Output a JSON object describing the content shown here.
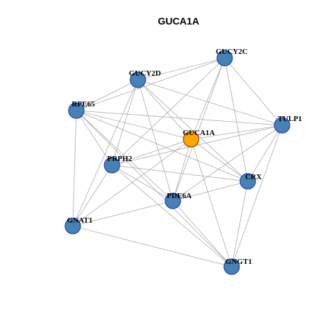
{
  "title": "GUCA1A",
  "colors": {
    "hub_fill": "#FFA500",
    "node_fill": "#4682B4",
    "node_stroke": "#1E3FBF",
    "hub_stroke": "#8B4513",
    "edge": "#AAAAAA"
  },
  "nodes": [
    {
      "id": "GUCA1A",
      "label": "GUCA1A",
      "hub": true
    },
    {
      "id": "GUCY2C",
      "label": "GUCY2C"
    },
    {
      "id": "GUCY2D",
      "label": "GUCY2D"
    },
    {
      "id": "RPE65",
      "label": "RPE65"
    },
    {
      "id": "TULP1",
      "label": "TULP1"
    },
    {
      "id": "PRPH2",
      "label": "PRPH2"
    },
    {
      "id": "CRX",
      "label": "CRX"
    },
    {
      "id": "PDE6A",
      "label": "PDE6A"
    },
    {
      "id": "GNAT1",
      "label": "GNAT1"
    },
    {
      "id": "GNGT1",
      "label": "GNGT1"
    }
  ],
  "edges": [
    [
      "GUCY2C",
      "GUCY2D"
    ],
    [
      "GUCY2C",
      "RPE65"
    ],
    [
      "GUCY2C",
      "GUCA1A"
    ],
    [
      "GUCY2C",
      "TULP1"
    ],
    [
      "GUCY2C",
      "PRPH2"
    ],
    [
      "GUCY2C",
      "CRX"
    ],
    [
      "GUCY2C",
      "PDE6A"
    ],
    [
      "GUCY2D",
      "RPE65"
    ],
    [
      "GUCY2D",
      "GUCA1A"
    ],
    [
      "GUCY2D",
      "TULP1"
    ],
    [
      "GUCY2D",
      "PRPH2"
    ],
    [
      "GUCY2D",
      "CRX"
    ],
    [
      "GUCY2D",
      "PDE6A"
    ],
    [
      "GUCY2D",
      "GNAT1"
    ],
    [
      "RPE65",
      "GUCA1A"
    ],
    [
      "RPE65",
      "TULP1"
    ],
    [
      "RPE65",
      "PRPH2"
    ],
    [
      "RPE65",
      "CRX"
    ],
    [
      "RPE65",
      "PDE6A"
    ],
    [
      "RPE65",
      "GNAT1"
    ],
    [
      "RPE65",
      "GNGT1"
    ],
    [
      "GUCA1A",
      "TULP1"
    ],
    [
      "GUCA1A",
      "PRPH2"
    ],
    [
      "GUCA1A",
      "CRX"
    ],
    [
      "GUCA1A",
      "PDE6A"
    ],
    [
      "GUCA1A",
      "GNAT1"
    ],
    [
      "GUCA1A",
      "GNGT1"
    ],
    [
      "TULP1",
      "PRPH2"
    ],
    [
      "TULP1",
      "CRX"
    ],
    [
      "TULP1",
      "PDE6A"
    ],
    [
      "TULP1",
      "GNGT1"
    ],
    [
      "PRPH2",
      "CRX"
    ],
    [
      "PRPH2",
      "PDE6A"
    ],
    [
      "PRPH2",
      "GNAT1"
    ],
    [
      "PRPH2",
      "GNGT1"
    ],
    [
      "CRX",
      "PDE6A"
    ],
    [
      "CRX",
      "GNGT1"
    ],
    [
      "PDE6A",
      "GNAT1"
    ],
    [
      "PDE6A",
      "GNGT1"
    ],
    [
      "GNAT1",
      "GNGT1"
    ]
  ]
}
